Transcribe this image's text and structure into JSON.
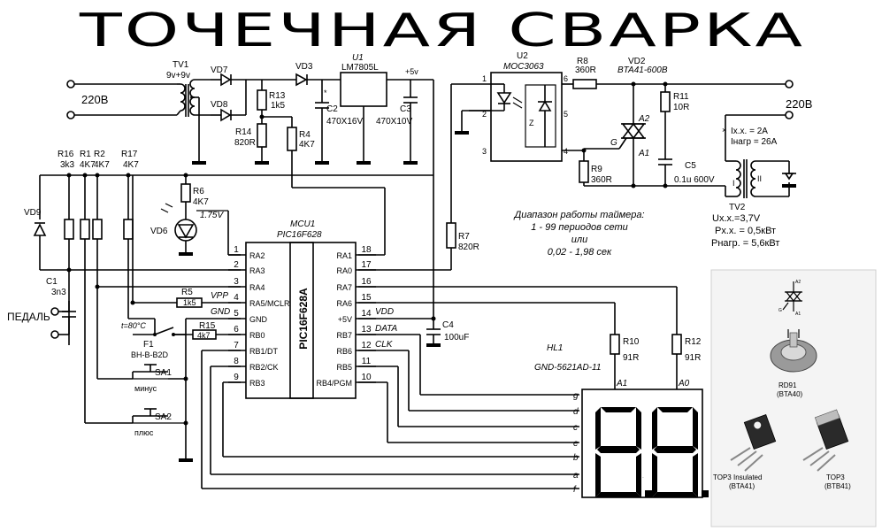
{
  "title": "ТОЧЕЧНАЯ СВАРКА",
  "mains_left": "220В",
  "mains_right": "220В",
  "pedal": "ПЕДАЛЬ",
  "tv1": {
    "name": "TV1",
    "rating": "9v+9v"
  },
  "vd7": "VD7",
  "vd8": "VD8",
  "vd3": "VD3",
  "u1": {
    "name": "U1",
    "part": "LM7805L"
  },
  "plus5v": "+5v",
  "r13": {
    "name": "R13",
    "value": "1k5"
  },
  "r14": {
    "name": "R14",
    "value": "820R"
  },
  "r4": {
    "name": "R4",
    "value": "4K7"
  },
  "c2": {
    "name": "C2",
    "value": "470X16V"
  },
  "c3": {
    "name": "C3",
    "value": "470X10V"
  },
  "u2": {
    "name": "U2",
    "part": "MOC3063"
  },
  "r8": {
    "name": "R8",
    "value": "360R"
  },
  "vd2": {
    "name": "VD2",
    "part": "BTA41-600B"
  },
  "r11": {
    "name": "R11",
    "value": "10R"
  },
  "c5": {
    "name": "C5",
    "value": "0.1u 600V"
  },
  "r9": {
    "name": "R9",
    "value": "360R"
  },
  "triac_a2": "A2",
  "triac_a1": "A1",
  "triac_g": "G",
  "u2_pins": [
    "1",
    "2",
    "3",
    "4",
    "5",
    "6"
  ],
  "tv2": {
    "ixx": "Ix.x. = 2A",
    "inagr": "Iнагр = 26A",
    "name": "TV2",
    "uxx": "Uх.х.=3,7V",
    "pxx": "Pх.х. = 0,5кВт",
    "pnagr": "Pнагр. = 5,6кВт",
    "winding1": "I",
    "winding2": "II"
  },
  "r16": {
    "name": "R16",
    "value": "3k3"
  },
  "r1": {
    "name": "R1",
    "value": "4K7"
  },
  "r2": {
    "name": "R2",
    "value": "4K7"
  },
  "r17": {
    "name": "R17",
    "value": "4K7"
  },
  "r6": {
    "name": "R6",
    "value": "4K7"
  },
  "vd6": {
    "name": "VD6",
    "voltage": "1.75V"
  },
  "vd9": "VD9",
  "c1": {
    "name": "C1",
    "value": "3n3"
  },
  "r5": {
    "name": "R5",
    "value": "1k5"
  },
  "r15": {
    "name": "R15",
    "value": "4k7"
  },
  "f1": {
    "name": "F1",
    "temp": "t=80°C",
    "part": "BH-B-B2D"
  },
  "sa1": {
    "name": "SA1",
    "label": "минус"
  },
  "sa2": {
    "name": "SA2",
    "label": "плюс"
  },
  "mcu": {
    "name": "MCU1",
    "part": "PIC16F628",
    "body": "PIC16F628A",
    "left_pins": [
      {
        "num": "1",
        "name": "RA2"
      },
      {
        "num": "2",
        "name": "RA3"
      },
      {
        "num": "3",
        "name": "RA4"
      },
      {
        "num": "4",
        "name": "RA5/MCLR"
      },
      {
        "num": "5",
        "name": "GND"
      },
      {
        "num": "6",
        "name": "RB0"
      },
      {
        "num": "7",
        "name": "RB1/DT"
      },
      {
        "num": "8",
        "name": "RB2/CK"
      },
      {
        "num": "9",
        "name": "RB3"
      }
    ],
    "right_pins": [
      {
        "num": "18",
        "name": "RA1"
      },
      {
        "num": "17",
        "name": "RA0"
      },
      {
        "num": "16",
        "name": "RA7"
      },
      {
        "num": "15",
        "name": "RA6"
      },
      {
        "num": "14",
        "name": "+5V"
      },
      {
        "num": "13",
        "name": "RB7"
      },
      {
        "num": "12",
        "name": "RB6"
      },
      {
        "num": "11",
        "name": "RB5"
      },
      {
        "num": "10",
        "name": "RB4/PGM"
      }
    ]
  },
  "net_vpp": "VPP",
  "net_gnd": "GND",
  "net_vdd": "VDD",
  "net_data": "DATA",
  "net_clk": "CLK",
  "r7": {
    "name": "R7",
    "value": "820R"
  },
  "c4": {
    "name": "C4",
    "value": "100uF"
  },
  "r10": {
    "name": "R10",
    "value": "91R"
  },
  "r12": {
    "name": "R12",
    "value": "91R"
  },
  "hl1": {
    "name": "HL1",
    "part": "GND-5621AD-11",
    "a1": "A1",
    "a0": "A0",
    "digits": "8.8."
  },
  "segments": [
    "g",
    "d",
    "c",
    "e",
    "b",
    "a",
    "f"
  ],
  "timer_note": [
    "Диапазон работы таймера:",
    "1 - 99 периодов сети",
    "или",
    "0,02 - 1,98 сек"
  ],
  "packages": {
    "rd91": "RD91",
    "rd91_alt": "(BTA40)",
    "top3i": "TOP3 Insulated",
    "top3i_alt": "(BTA41)",
    "top3": "TOP3",
    "top3_alt": "(BTB41)",
    "pin_a1": "A1",
    "pin_a2": "A2",
    "pin_g": "G"
  },
  "colors": {
    "ink": "#000000",
    "panel": "#f4f4f4",
    "mark": "#d04040"
  }
}
